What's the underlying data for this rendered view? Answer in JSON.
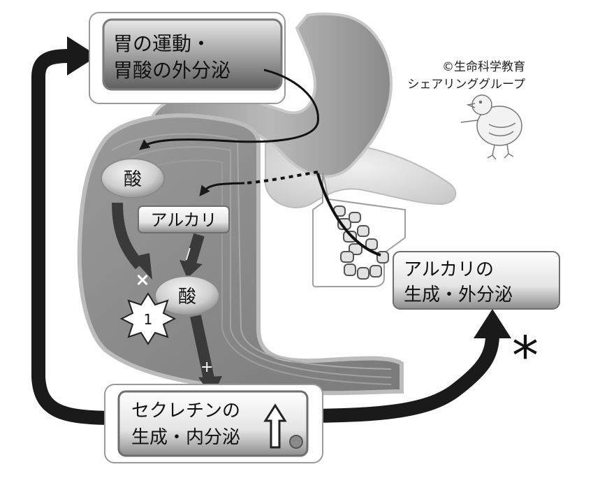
{
  "boxes": {
    "stomach_line1": "胃の運動・",
    "stomach_line2": "胃酸の外分泌",
    "alkali_label": "アルカリ",
    "alkali_secretion_line1": "アルカリの",
    "alkali_secretion_line2": "生成・外分泌",
    "secretin_line1": "セクレチンの",
    "secretin_line2": "生成・内分泌"
  },
  "labels": {
    "acid_top": "酸",
    "acid_bottom": "酸",
    "star_number": "1",
    "asterisk": "*"
  },
  "signs": {
    "x_sign": "×",
    "plus_sign": "+",
    "minus_sign": "/"
  },
  "credit": {
    "line1": "©生命科学教育",
    "line2": "シェアリンググループ"
  },
  "icons": {
    "up_arrow": "hollow-up-arrow-icon",
    "dot": "gray-dot-icon",
    "chick": "chick-sketch-icon"
  },
  "colors": {
    "box_dark": "#6e6e6e",
    "box_light": "#d8d8d8",
    "arrow_black": "#1a1a1a"
  }
}
